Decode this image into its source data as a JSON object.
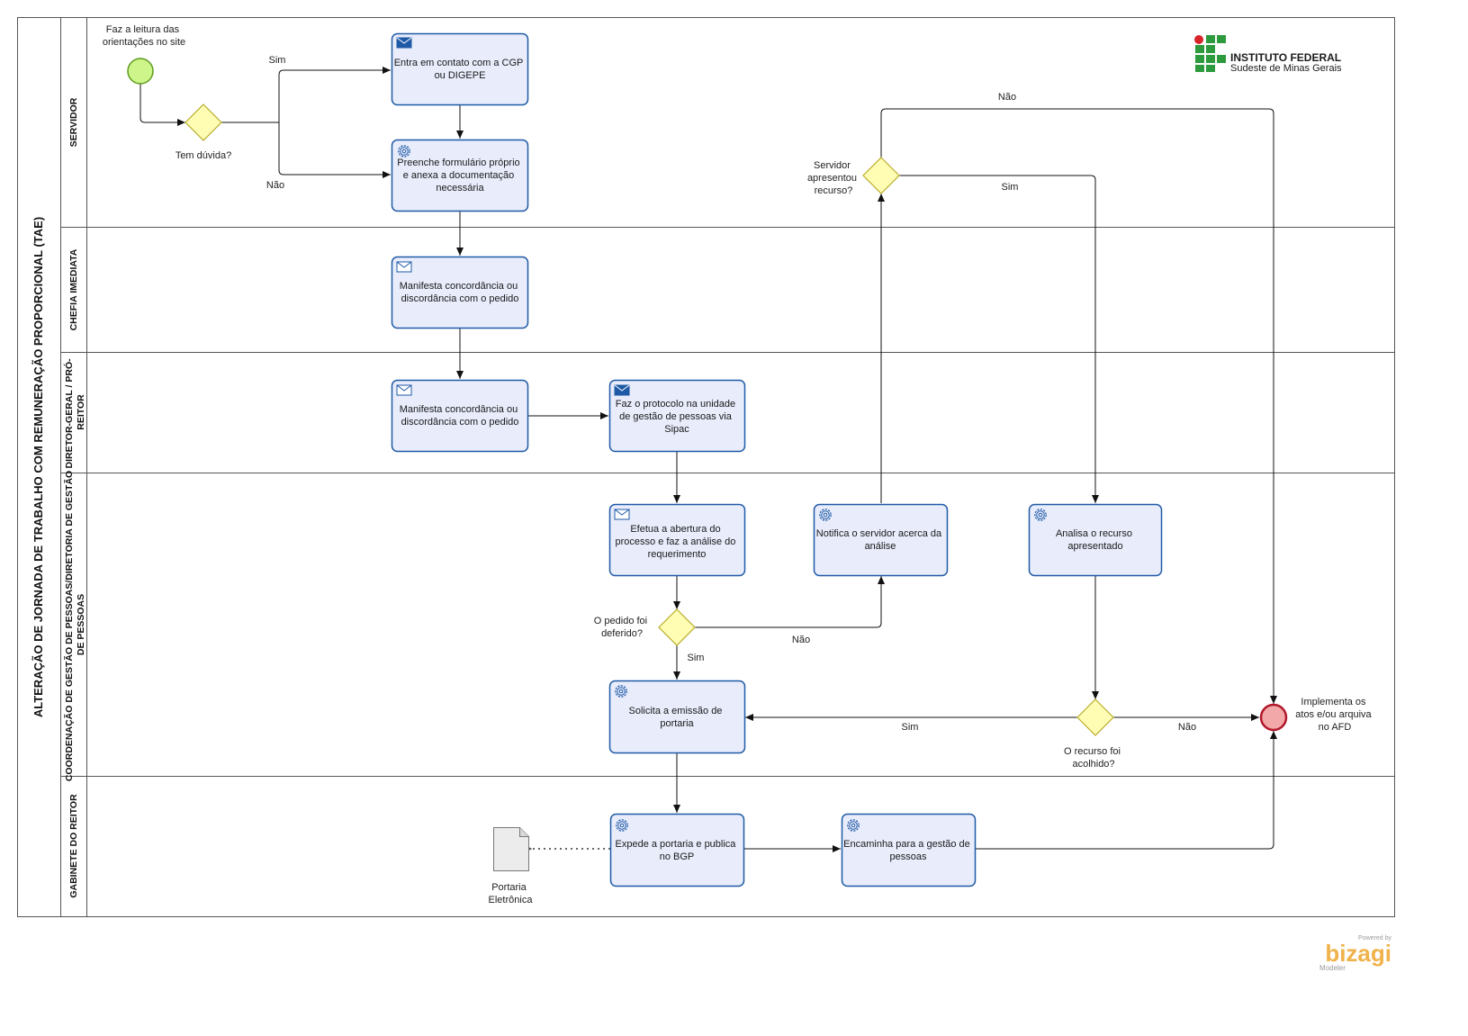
{
  "pool": {
    "title": "ALTERAÇÃO DE JORNADA DE TRABALHO COM REMUNERAÇÃO PROPORCIONAL (TAE)"
  },
  "lanes": [
    {
      "id": "servidor",
      "title": "SERVIDOR"
    },
    {
      "id": "chefia",
      "title": "CHEFIA IMEDIATA"
    },
    {
      "id": "diretor",
      "title_lines": [
        "DIRETOR-GERAL / PRÓ-",
        "REITOR"
      ]
    },
    {
      "id": "cgp",
      "title_lines": [
        "COORDENAÇÃO DE GESTÃO DE PESSOAS/DIRETORIA DE GESTÃO",
        "DE PESSOAS"
      ]
    },
    {
      "id": "gabinete",
      "title": "GABINETE DO REITOR"
    }
  ],
  "logo": {
    "line1": "INSTITUTO FEDERAL",
    "line2": "Sudeste de Minas Gerais",
    "colors": {
      "red": "#d8232a",
      "green": "#2e9a3e"
    }
  },
  "start_event": {
    "label_lines": [
      "Faz a leitura das",
      "orientações no site"
    ]
  },
  "end_event": {
    "label_lines": [
      "Implementa os",
      "atos e/ou arquiva",
      "no AFD"
    ]
  },
  "gateways": {
    "duvida": {
      "label": "Tem dúvida?"
    },
    "recurso_apresentado": {
      "label_lines": [
        "Servidor",
        "apresentou",
        "recurso?"
      ]
    },
    "deferido": {
      "label_lines": [
        "O pedido foi",
        "deferido?"
      ]
    },
    "acolhido": {
      "label_lines": [
        "O recurso foi",
        "acolhido?"
      ]
    }
  },
  "tasks": {
    "contato": {
      "icon": "envelope-filled-icon",
      "lines": [
        "Entra em contato com a CGP",
        "ou DIGEPE"
      ]
    },
    "formulario": {
      "icon": "gear-icon",
      "lines": [
        "Preenche formulário próprio",
        "e anexa a documentação",
        "necessária"
      ]
    },
    "chefia": {
      "icon": "envelope-icon",
      "lines": [
        "Manifesta concordância ou",
        "discordância com o pedido"
      ]
    },
    "diretor": {
      "icon": "envelope-icon",
      "lines": [
        "Manifesta concordância ou",
        "discordância com o pedido"
      ]
    },
    "protocolo": {
      "icon": "envelope-filled-icon",
      "lines": [
        "Faz o protocolo na unidade",
        "de gestão de pessoas via",
        "Sipac"
      ]
    },
    "abertura": {
      "icon": "envelope-icon",
      "lines": [
        "Efetua a abertura do",
        "processo e faz a análise do",
        "requerimento"
      ]
    },
    "notifica": {
      "icon": "gear-icon",
      "lines": [
        "Notifica o servidor acerca da",
        "análise"
      ]
    },
    "analisa": {
      "icon": "gear-icon",
      "lines": [
        "Analisa o recurso",
        "apresentado"
      ]
    },
    "portaria": {
      "icon": "gear-icon",
      "lines": [
        "Solicita a emissão de",
        "portaria"
      ]
    },
    "expede": {
      "icon": "gear-icon",
      "lines": [
        "Expede a portaria e publica",
        "no BGP"
      ]
    },
    "encaminha": {
      "icon": "gear-icon",
      "lines": [
        "Encaminha para a gestão de",
        "pessoas"
      ]
    }
  },
  "data_object": {
    "label_lines": [
      "Portaria",
      "Eletrônica"
    ]
  },
  "flow_labels": {
    "sim_1": "Sim",
    "nao_1": "Não",
    "nao_2": "Não",
    "sim_2": "Sim",
    "nao_3": "Não",
    "sim_3": "Sim",
    "sim_4": "Sim",
    "nao_4": "Não"
  },
  "watermark": {
    "powered": "Powered by",
    "brand": "bizagi",
    "product": "Modeler"
  },
  "colors": {
    "task_fill": "#e8ecfb",
    "task_stroke": "#1f5aa6",
    "gateway_fill": "#fffcb4",
    "gateway_stroke": "#b8ad2a",
    "start_fill": "#cdf58a",
    "start_stroke": "#5f9a1f",
    "end_fill": "#f2a8a8",
    "end_stroke": "#b2182b"
  }
}
